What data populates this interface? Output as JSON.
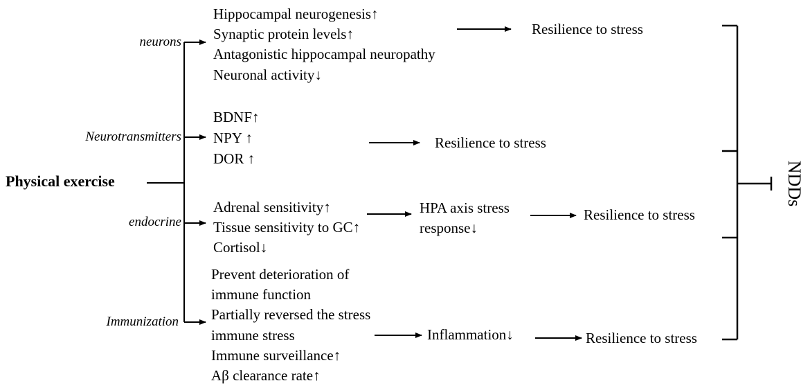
{
  "source": "Physical exercise",
  "target": "NDDs",
  "branches": [
    {
      "category": "neurons",
      "effects": [
        "Hippocampal neurogenesis↑",
        "Synaptic protein levels↑",
        "Antagonistic hippocampal neuropathy",
        "Neuronal activity↓"
      ],
      "intermediate": "",
      "outcome": "Resilience to stress"
    },
    {
      "category": "Neurotransmitters",
      "effects": [
        "BDNF↑",
        "NPY ↑",
        "DOR ↑"
      ],
      "intermediate": "",
      "outcome": "Resilience to stress"
    },
    {
      "category": "endocrine",
      "effects": [
        "Adrenal sensitivity↑",
        "Tissue sensitivity to GC↑",
        "Cortisol↓"
      ],
      "intermediate_lines": [
        "HPA axis stress",
        "response↓"
      ],
      "outcome": "Resilience to stress"
    },
    {
      "category": "Immunization",
      "effects": [
        "Prevent deterioration of",
        "immune function",
        "Partially reversed the stress",
        "immune stress",
        "Immune surveillance↑",
        "Aβ clearance rate↑"
      ],
      "intermediate": "Inflammation↓",
      "outcome": "Resilience to stress"
    }
  ]
}
